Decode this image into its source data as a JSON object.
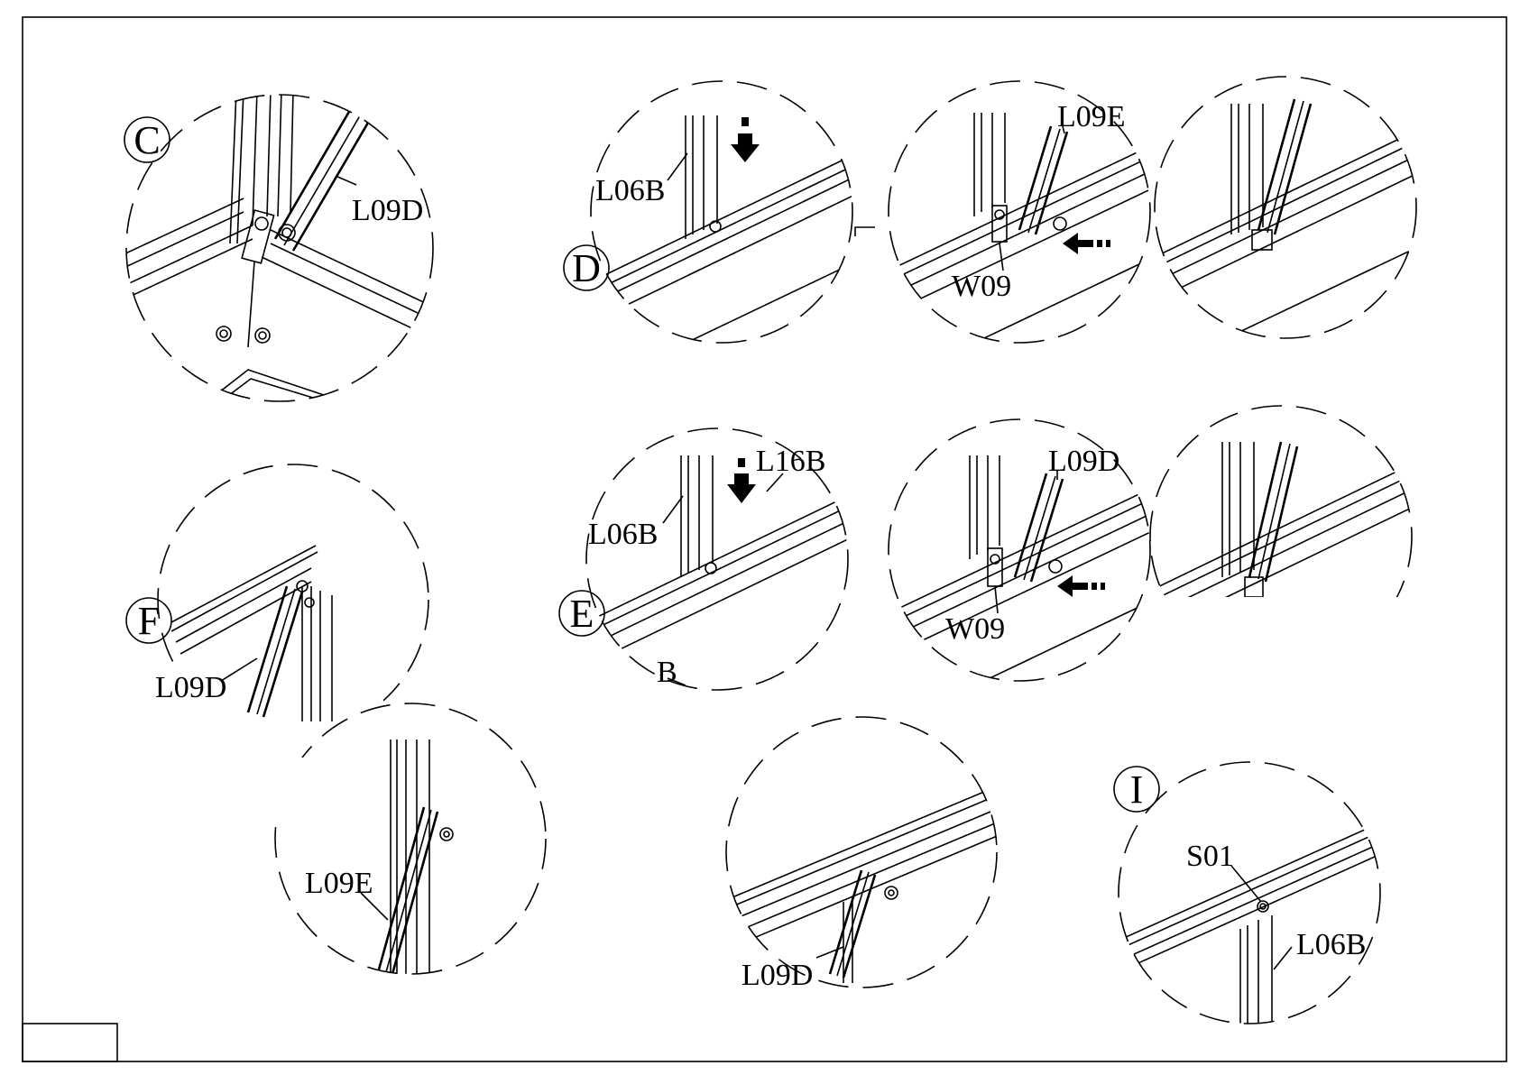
{
  "details": {
    "c": {
      "letter": "C",
      "label_l09d": "L09D"
    },
    "d": {
      "letter": "D",
      "label_l06b": "L06B",
      "label_l09e": "L09E",
      "label_w09": "W09"
    },
    "e": {
      "letter": "E",
      "label_l06b": "L06B",
      "label_l16b": "L16B",
      "label_l09d": "L09D",
      "label_w09": "W09",
      "label_b": "B"
    },
    "f": {
      "letter": "F",
      "label_l09d": "L09D"
    },
    "g": {
      "label_l09e": "L09E"
    },
    "h": {
      "label_l09d": "L09D"
    },
    "i": {
      "letter": "I",
      "label_s01": "S01",
      "label_l06b": "L06B"
    }
  }
}
